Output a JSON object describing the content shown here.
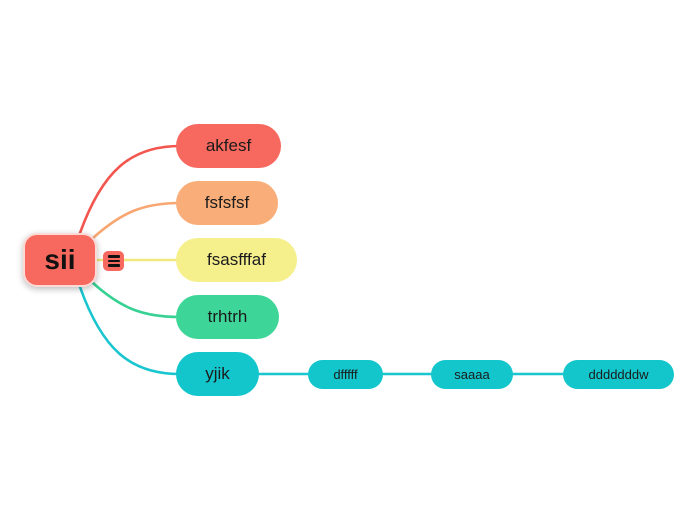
{
  "canvas": {
    "background": "#ffffff"
  },
  "colors": {
    "red": "#f7685e",
    "orange": "#f9ae79",
    "yellow": "#f5ef8c",
    "green": "#3ed598",
    "teal": "#13c6cc",
    "text": "#1b1b1b"
  },
  "icons": {
    "menu": "≡"
  },
  "mindmap": {
    "root": {
      "label": "sii",
      "color": "#f7685e"
    },
    "menu_button": {
      "icon": "menu-icon",
      "color": "#f7685e"
    },
    "children": [
      {
        "label": "akfesf",
        "color": "#f7685e",
        "line_color": "#f3564e"
      },
      {
        "label": "fsfsfsf",
        "color": "#f9ae79",
        "line_color": "#f8a773"
      },
      {
        "label": "fsasfffaf",
        "color": "#f5ef8c",
        "line_color": "#f0e87e"
      },
      {
        "label": "trhtrh",
        "color": "#3ed598",
        "line_color": "#36d193"
      },
      {
        "label": "yjik",
        "color": "#13c6cc",
        "line_color": "#19c5ce",
        "children": [
          {
            "label": "dfffff",
            "color": "#13c6cc",
            "line_color": "#19c5ce"
          },
          {
            "label": "saaaa",
            "color": "#13c6cc",
            "line_color": "#19c5ce"
          },
          {
            "label": "dddddddw",
            "color": "#13c6cc",
            "line_color": "#19c5ce"
          }
        ]
      }
    ]
  }
}
